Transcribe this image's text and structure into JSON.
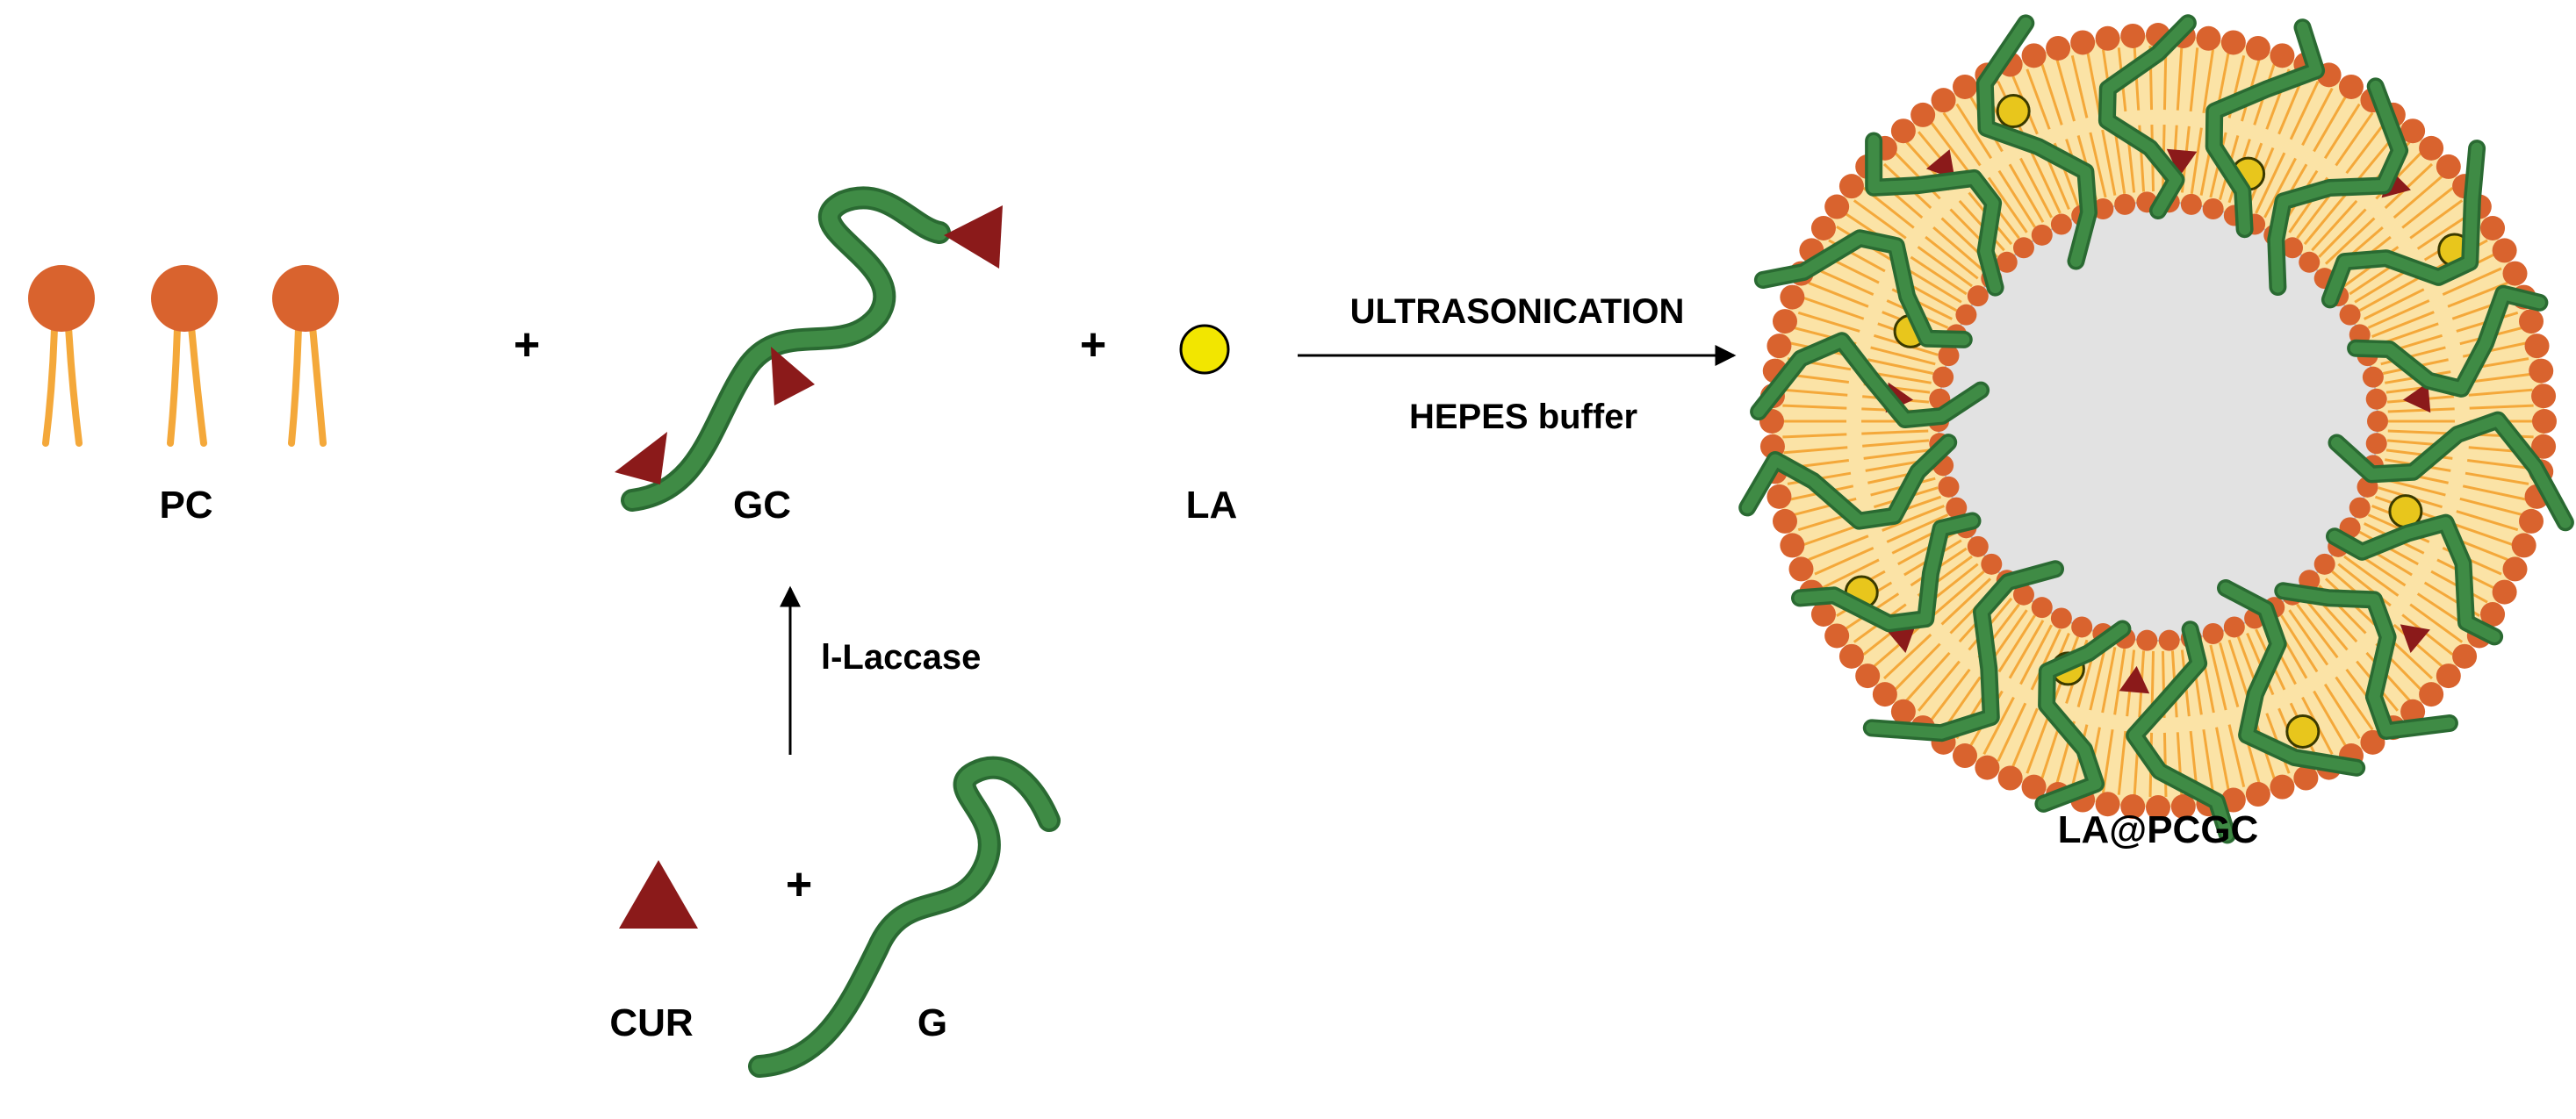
{
  "labels": {
    "pc": "PC",
    "gc": "GC",
    "la": "LA",
    "cur": "CUR",
    "g": "G",
    "product": "LA@PCGC",
    "plus": "+"
  },
  "arrows": {
    "main_top": "ULTRASONICATION",
    "main_bottom": "HEPES buffer",
    "enzyme": "l-Laccase"
  },
  "colors": {
    "lipid_head": "#d9632e",
    "lipid_tail": "#f4a83a",
    "gelatin": "#3f8b45",
    "gelatin_dark": "#2a6a32",
    "curcumin": "#8b1a1a",
    "lipoic_acid": "#f2e600",
    "bilayer_fill": "#fbe3a6",
    "core": "#e2e2e2"
  },
  "icons": [
    "phospholipid-icon",
    "gelatin-chain-icon",
    "curcumin-triangle-icon",
    "lipoic-acid-circle-icon",
    "liposome-icon"
  ]
}
